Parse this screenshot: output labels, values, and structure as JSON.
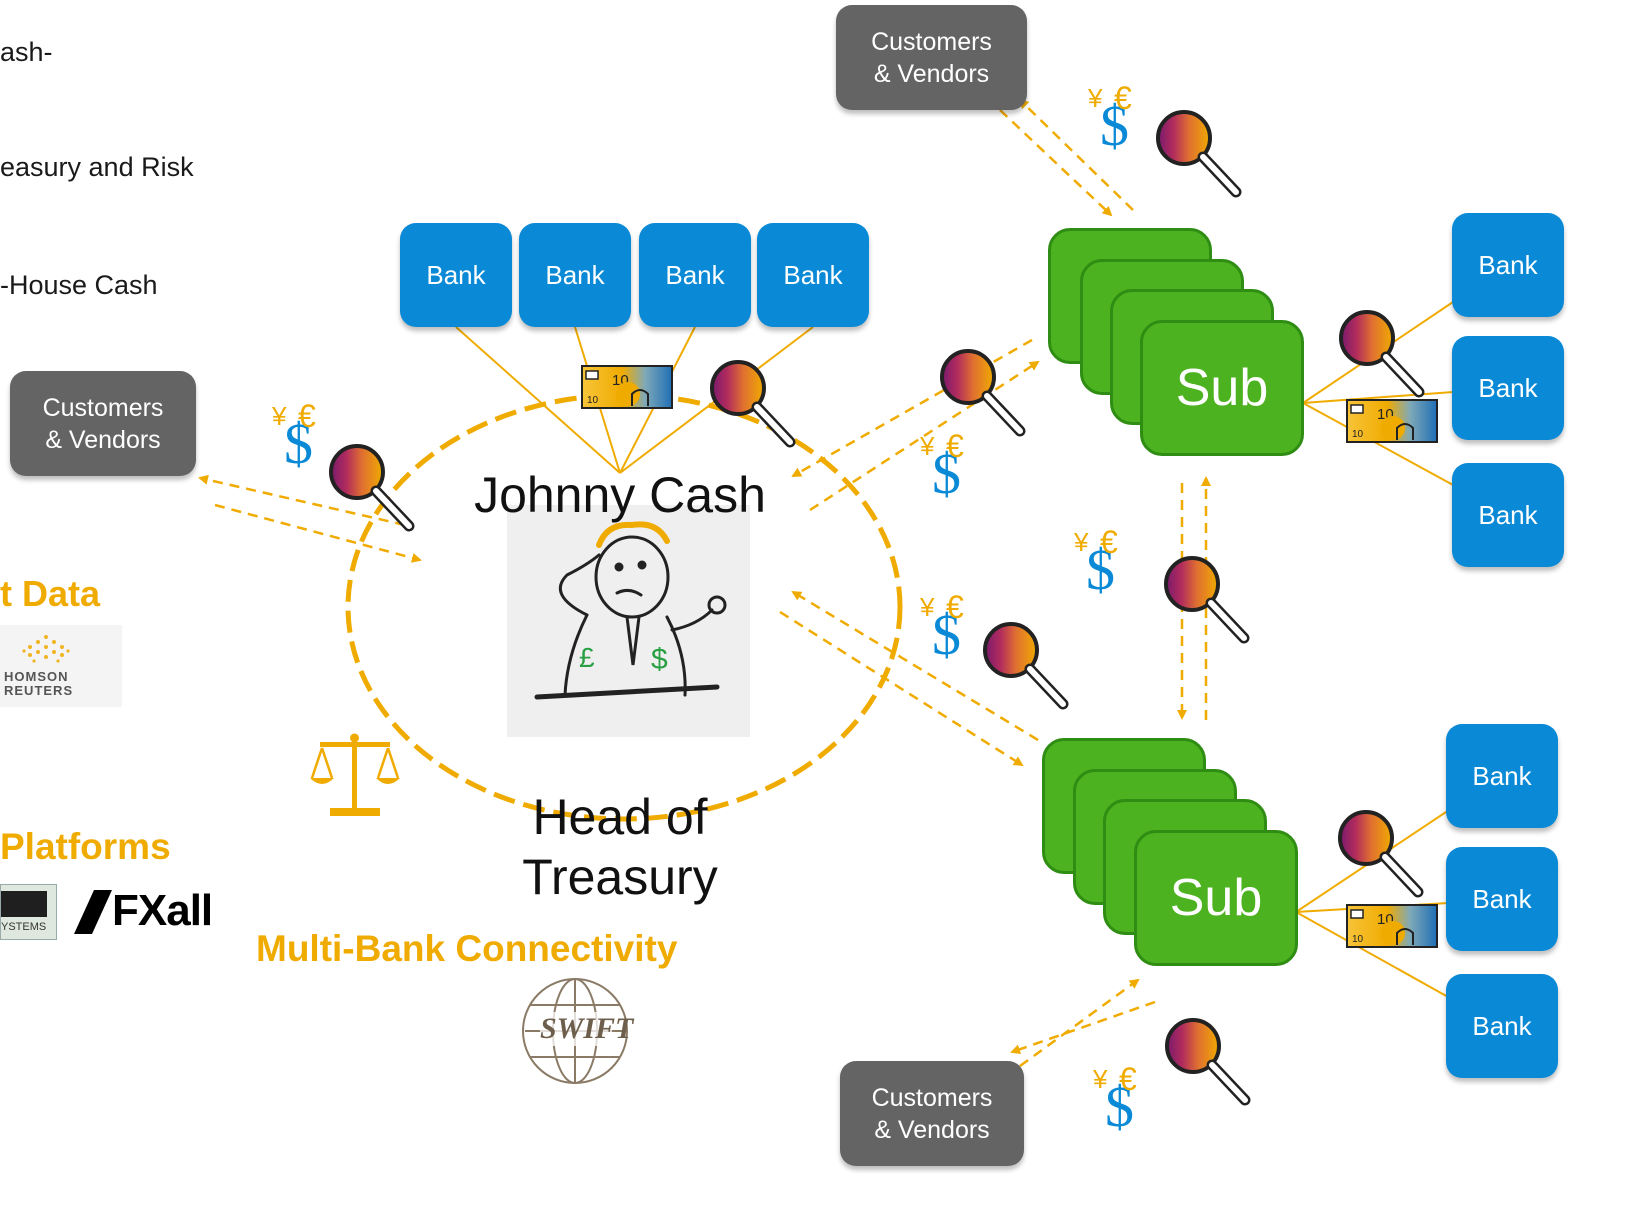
{
  "left_text": {
    "line1": "ash-",
    "line2": "easury and Risk",
    "line3": "-House Cash",
    "market_data": "t Data",
    "trading_platforms": "Platforms"
  },
  "logos": {
    "thomson_line1": "HOMSON",
    "thomson_line2": "REUTERS",
    "fxall": "FXall",
    "systems_small": "YSTEMS",
    "swift": "SWIFT"
  },
  "customers": {
    "line1": "Customers",
    "line2": "& Vendors"
  },
  "bank_label": "Bank",
  "sub_label": "Sub",
  "center": {
    "name": "Johnny Cash",
    "role_line1": "Head of",
    "role_line2": "Treasury",
    "connectivity": "Multi-Bank Connectivity"
  },
  "colors": {
    "accent_orange": "#f0ab00",
    "bank_blue": "#0a8ad6",
    "sub_green": "#4cb21f",
    "customer_gray": "#646464"
  },
  "icons": [
    "currency-symbols-icon",
    "magnifier-icon",
    "banknote-icon",
    "scales-icon",
    "globe-icon"
  ]
}
